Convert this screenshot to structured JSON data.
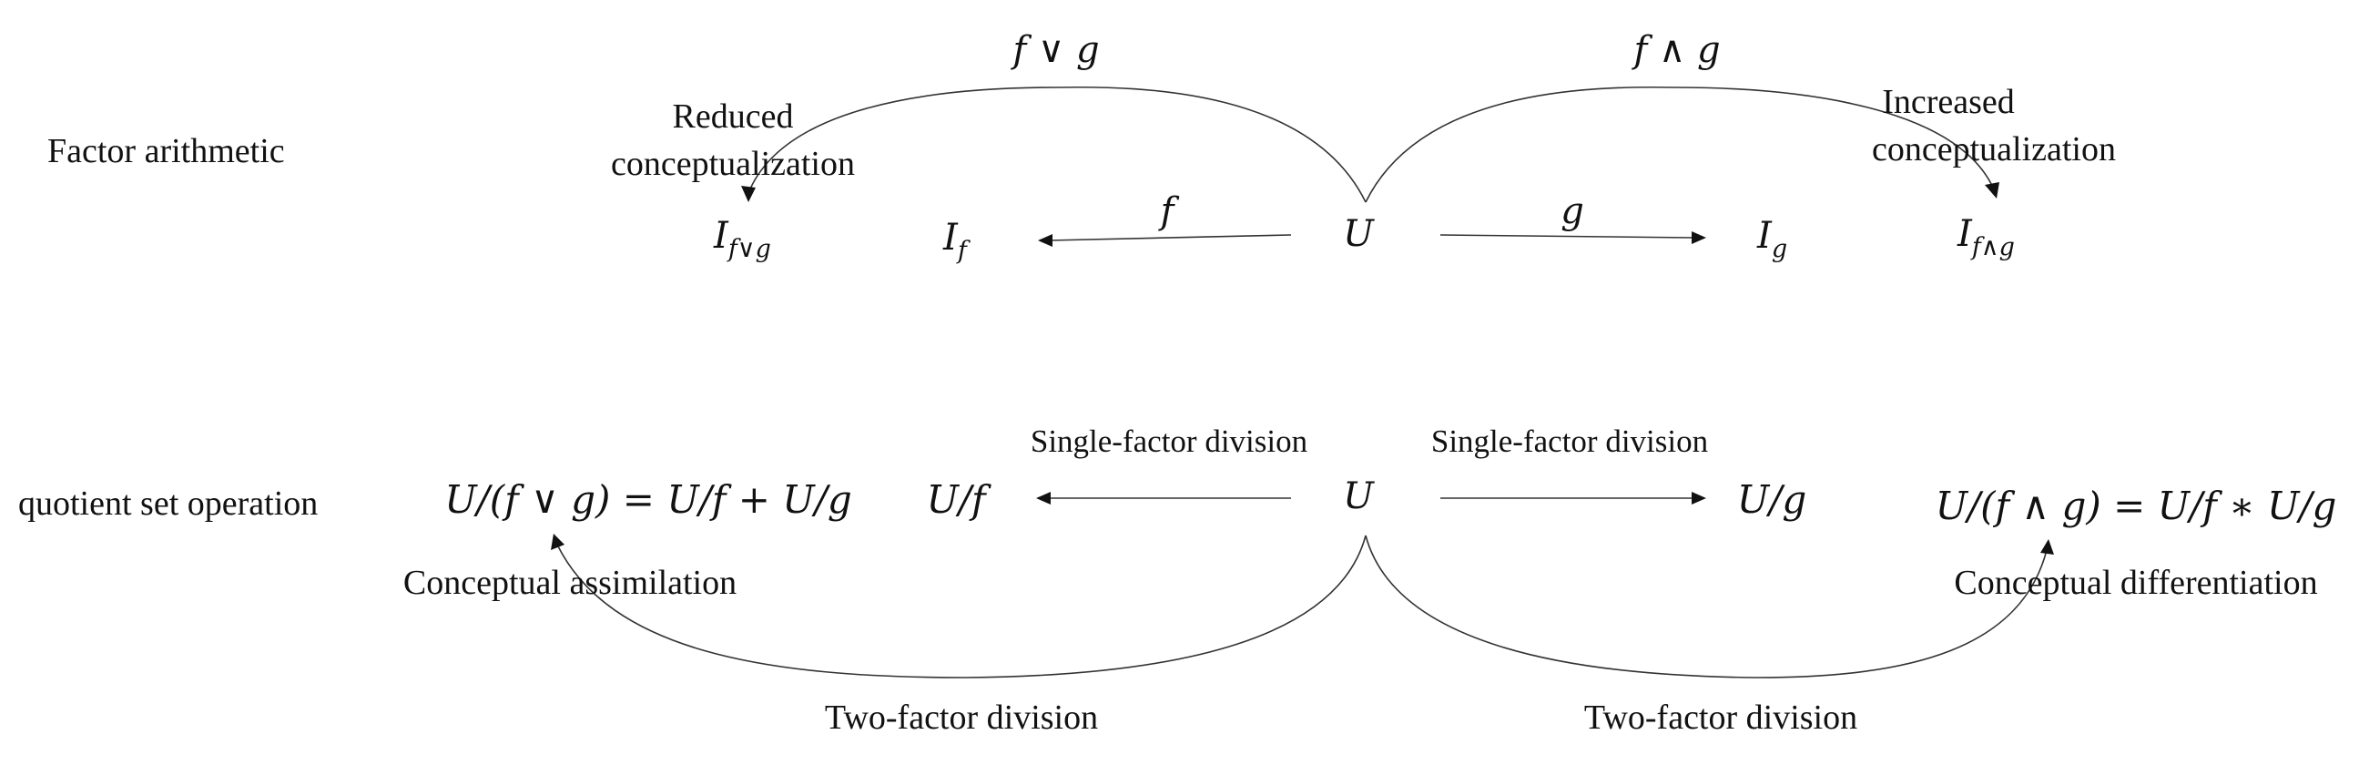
{
  "rows": {
    "top": {
      "label": "Factor arithmetic",
      "nodes": {
        "center": "U",
        "left_inner": {
          "base": "I",
          "sub": "f"
        },
        "left_outer": {
          "base": "I",
          "sub": "f∨g"
        },
        "right_inner": {
          "base": "I",
          "sub": "g"
        },
        "right_outer": {
          "base": "I",
          "sub": "f∧g"
        }
      },
      "edges": {
        "to_left_inner": "f",
        "to_right_inner": "g",
        "arc_left": "f ∨ g",
        "arc_right": "f ∧ g"
      },
      "notes": {
        "reduced_line1": "Reduced",
        "reduced_line2": "conceptualization",
        "increased_line1": "Increased",
        "increased_line2": "conceptualization"
      }
    },
    "bottom": {
      "label": "quotient set operation",
      "nodes": {
        "center": "U",
        "left_inner": "U/f",
        "right_inner": "U/g",
        "left_outer": "U/(f ∨ g) = U/f + U/g",
        "right_outer": "U/(f ∧ g) = U/f ∗ U/g"
      },
      "edges": {
        "to_left_inner": "Single-factor division",
        "to_right_inner": "Single-factor division",
        "arc_left": "Two-factor division",
        "arc_right": "Two-factor division"
      },
      "notes": {
        "assimilation": "Conceptual assimilation",
        "differentiation": "Conceptual differentiation"
      }
    }
  }
}
